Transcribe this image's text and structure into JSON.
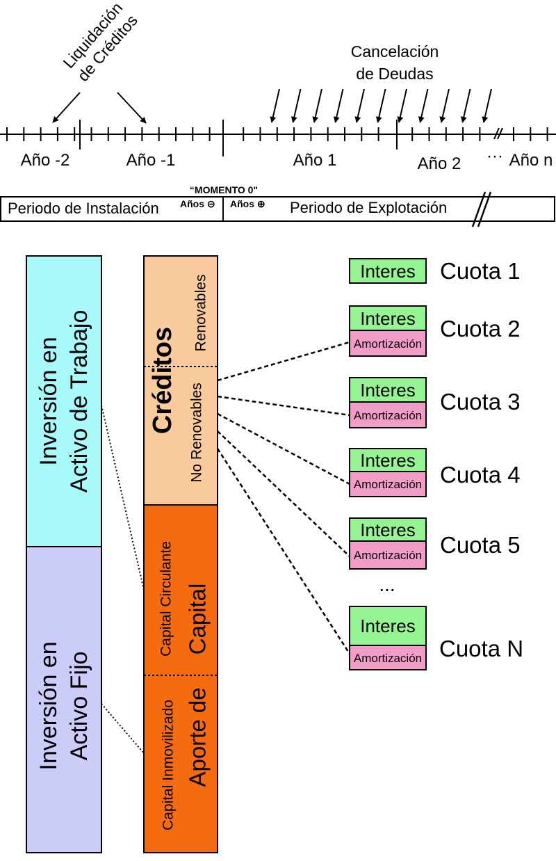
{
  "timeline": {
    "liquidacion_line1": "Liquidación",
    "liquidacion_line2": "de Créditos",
    "cancelacion_line1": "Cancelación",
    "cancelacion_line2": "de Deudas",
    "years": [
      "Año -2",
      "Año -1",
      "Año 1",
      "Año 2",
      "Año n"
    ],
    "ellipsis": "···",
    "momento": "“MOMENTO 0\"",
    "anos_minus": "Años ⊝",
    "anos_plus": "Años ⊕",
    "periodo_instalacion": "Periodo de Instalación",
    "periodo_explotacion": "Periodo de Explotación"
  },
  "inversion": {
    "trabajo_line1": "Inversión en",
    "trabajo_line2": "Activo de Trabajo",
    "fijo_line1": "Inversión en",
    "fijo_line2": "Activo Fijo"
  },
  "financiamiento": {
    "creditos": "Créditos",
    "renovables": "Renovables",
    "no_renovables": "No Renovables",
    "capital_circulante": "Capital Circulante",
    "capital_inmovilizado": "Capital Inmovilizado",
    "aporte_line1": "Aporte de",
    "aporte_line2": "Capital"
  },
  "cuotas": [
    {
      "label": "Cuota 1",
      "interes": "Interes",
      "amortizacion": ""
    },
    {
      "label": "Cuota 2",
      "interes": "Interes",
      "amortizacion": "Amortización"
    },
    {
      "label": "Cuota 3",
      "interes": "Interes",
      "amortizacion": "Amortización"
    },
    {
      "label": "Cuota 4",
      "interes": "Interes",
      "amortizacion": "Amortización"
    },
    {
      "label": "Cuota 5",
      "interes": "Interes",
      "amortizacion": "Amortización"
    },
    {
      "label": "Cuota N",
      "interes": "Interes",
      "amortizacion": "Amortización"
    }
  ],
  "cuotas_ellipsis": "...",
  "colors": {
    "cyan": "#a8fafa",
    "lavender": "#ccccf8",
    "peach": "#f9cb9c",
    "orange": "#f56b10",
    "green": "#95f593",
    "pink": "#f29cc8"
  }
}
